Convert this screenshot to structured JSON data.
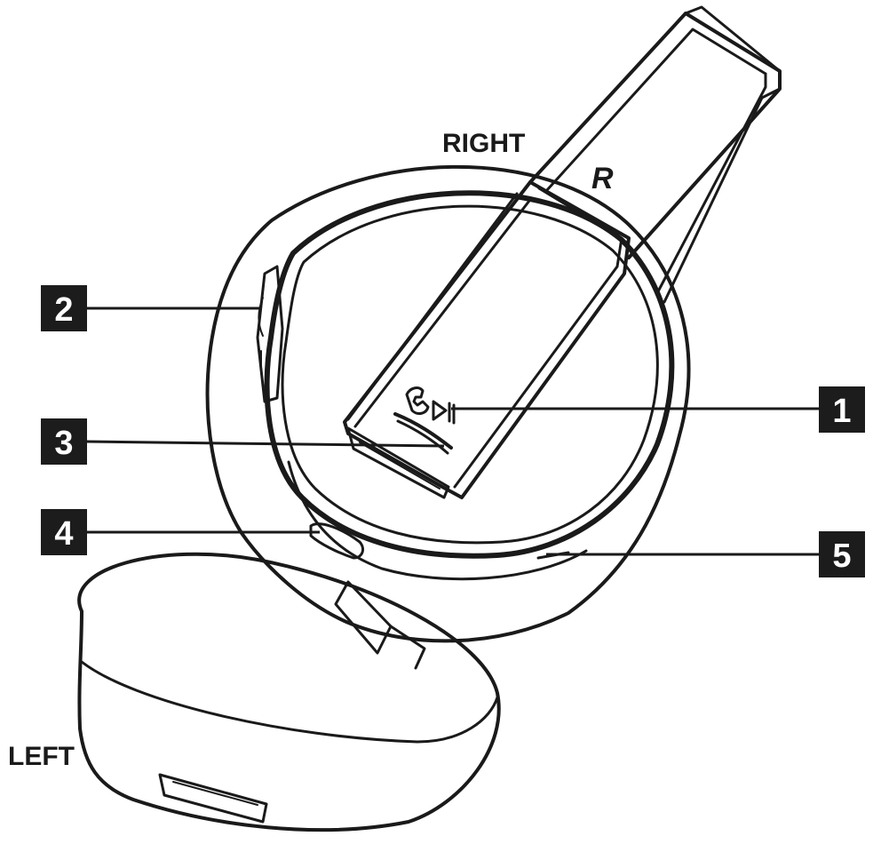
{
  "labels": {
    "right": "RIGHT",
    "left": "LEFT",
    "r_mark": "R"
  },
  "callouts": [
    {
      "number": "1"
    },
    {
      "number": "2"
    },
    {
      "number": "3"
    },
    {
      "number": "4"
    },
    {
      "number": "5"
    }
  ],
  "colors": {
    "line": "#1a1a1a",
    "callout_fill": "#1c1c1c",
    "callout_text": "#ffffff",
    "background": "#ffffff"
  },
  "icons": [
    "phone-icon",
    "play-pause-icon"
  ]
}
